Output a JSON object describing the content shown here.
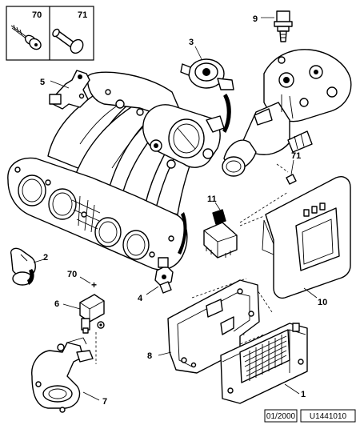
{
  "inset_labels": {
    "left": "70",
    "right": "71"
  },
  "callouts": {
    "c1": "1",
    "c2": "2",
    "c3": "3",
    "c4": "4",
    "c5": "5",
    "c6": "6",
    "c7": "7",
    "c8": "8",
    "c9": "9",
    "c10": "10",
    "c11": "11",
    "c70": "70",
    "c71": "71"
  },
  "footer": {
    "date": "01/2000",
    "ref": "U1441010"
  }
}
